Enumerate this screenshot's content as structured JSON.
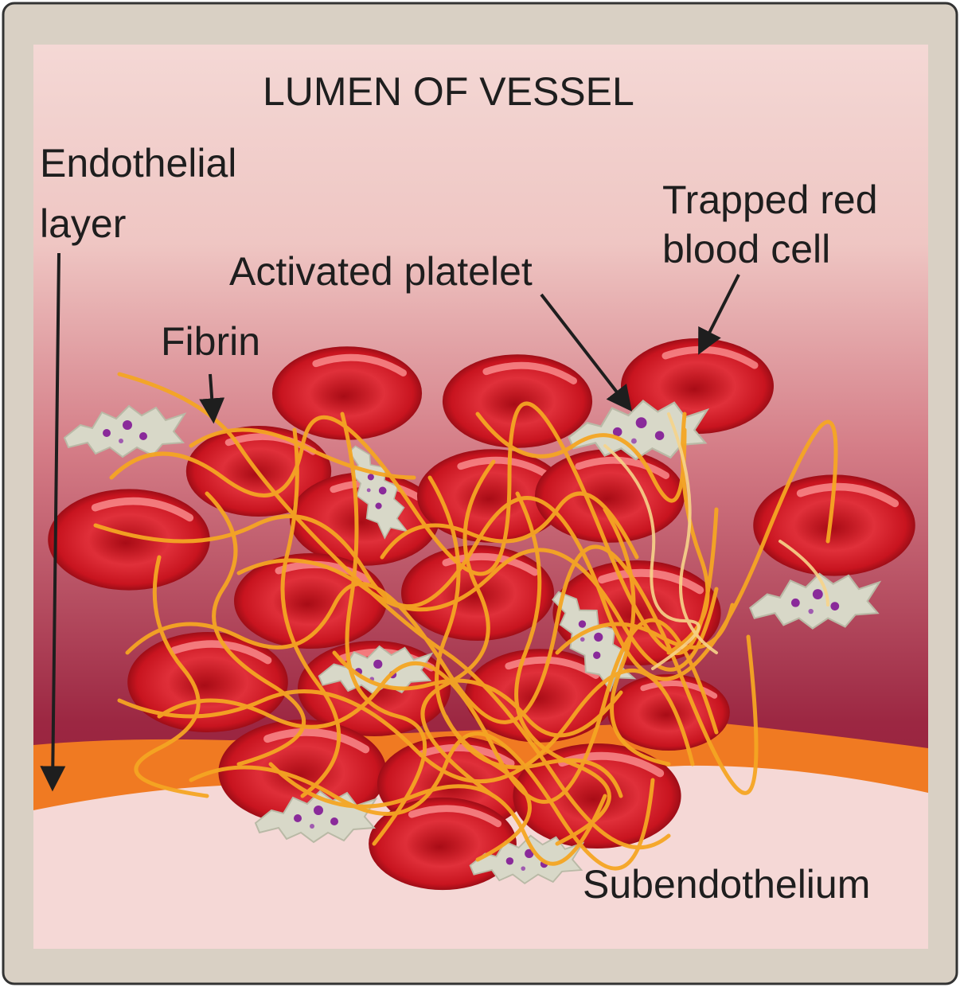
{
  "diagram": {
    "title": "LUMEN OF VESSEL",
    "labels": {
      "endothelial_line1": "Endothelial",
      "endothelial_line2": "layer",
      "trapped_rbc_line1": "Trapped red",
      "trapped_rbc_line2": "blood cell",
      "activated_platelet": "Activated platelet",
      "fibrin": "Fibrin",
      "subendothelium": "Subendothelium"
    },
    "colors": {
      "frame": "#d9d0c4",
      "lumen_top": "#f2d2cf",
      "lumen_deep": "#8c1a32",
      "endothelium": "#f07a22",
      "subendothelium": "#f5d8d6",
      "red_cell": "#cc1622",
      "red_cell_dark": "#7d0a12",
      "fibrin": "#f5a623",
      "platelet": "#d6d6c6",
      "platelet_granule": "#8a2a9a",
      "arrow": "#1e1e1e"
    }
  }
}
